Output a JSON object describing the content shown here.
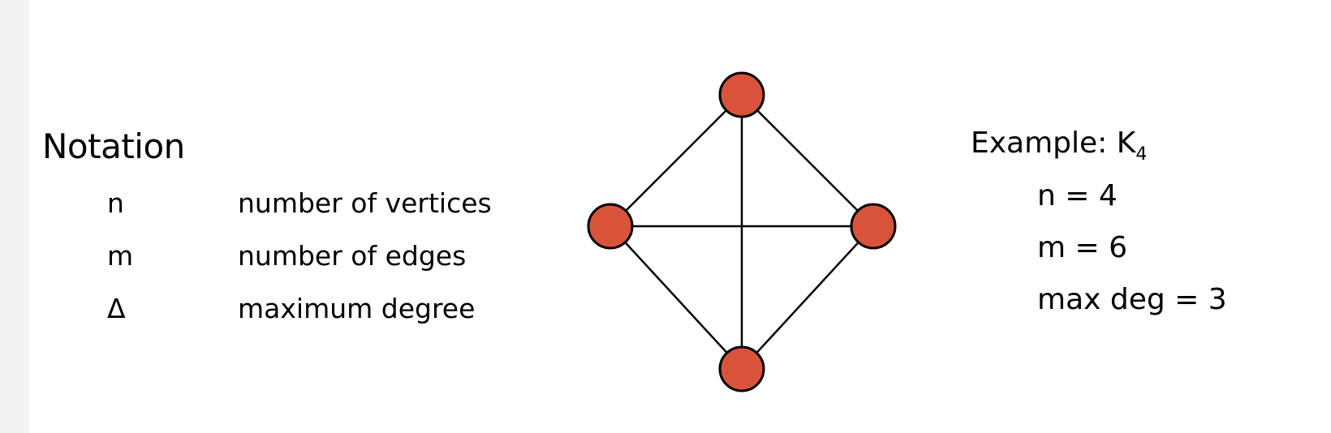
{
  "notation": {
    "title": "Notation",
    "rows": [
      {
        "symbol": "n",
        "description": "number of vertices"
      },
      {
        "symbol": "m",
        "description": "number of edges"
      },
      {
        "symbol": "Δ",
        "description": "maximum degree"
      }
    ]
  },
  "example": {
    "title_prefix": "Example: K",
    "title_subscript": "4",
    "rows": [
      "n = 4",
      "m = 6",
      "max deg = 3"
    ]
  },
  "graph": {
    "vertices": [
      "top",
      "left",
      "right",
      "bottom"
    ],
    "edges": [
      [
        "top",
        "left"
      ],
      [
        "top",
        "right"
      ],
      [
        "top",
        "bottom"
      ],
      [
        "left",
        "right"
      ],
      [
        "left",
        "bottom"
      ],
      [
        "right",
        "bottom"
      ]
    ],
    "vertex_color": "#d9533a",
    "edge_color": "#000000"
  }
}
